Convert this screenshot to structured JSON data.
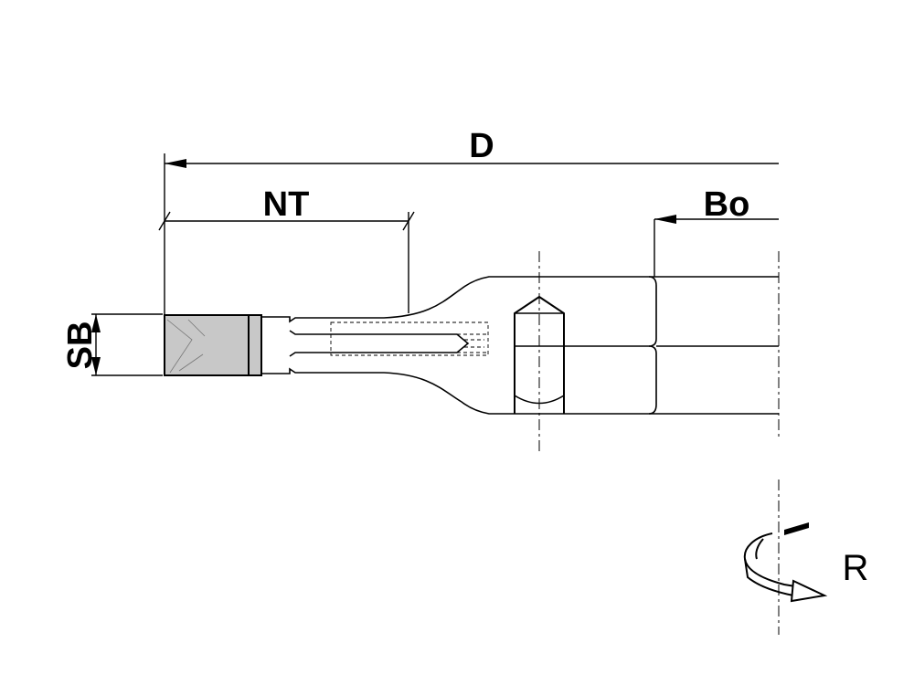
{
  "labels": {
    "d": "D",
    "nt": "NT",
    "bo": "Bo",
    "sb": "SB",
    "r": "R"
  },
  "colors": {
    "tip_fill": "#c8c8c8",
    "line": "#000000"
  }
}
